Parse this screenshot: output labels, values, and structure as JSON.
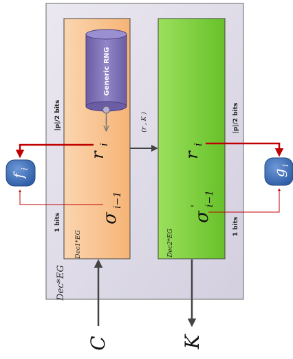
{
  "outer_box_label": "Dec*EG",
  "left_box": {
    "label": "Dec1*EG",
    "bits_top": "|p|/2 bits",
    "bits_bottom": "1 bits"
  },
  "right_box": {
    "label": "Dec2*EG",
    "bits_top": "|p|/2 bits",
    "bits_bottom": "1 bits"
  },
  "rng": {
    "label": "Generic RNG"
  },
  "symbols": {
    "r_left": "r",
    "r_left_sub": "i",
    "sigma_left": "σ",
    "sigma_left_sub": "i−1",
    "r_right": "r",
    "r_right_sub": "i",
    "sigma_right": "σ",
    "sigma_right_sub": "i−1",
    "sigma_right_prime": "'",
    "transfer": "(r , K )",
    "f": "f",
    "f_sub": "i",
    "g": "g",
    "g_sub": "i",
    "C": "C",
    "K": "K"
  },
  "colors": {
    "outer_fill": "#dcd8e6",
    "left_fill": "#f8c08e",
    "right_fill": "#7fcf3a",
    "rng_fill": "#7d6fb2",
    "arrow_red": "#c00000",
    "arrow_gray": "#444444",
    "bubble_fill": "#3f6fb6"
  }
}
